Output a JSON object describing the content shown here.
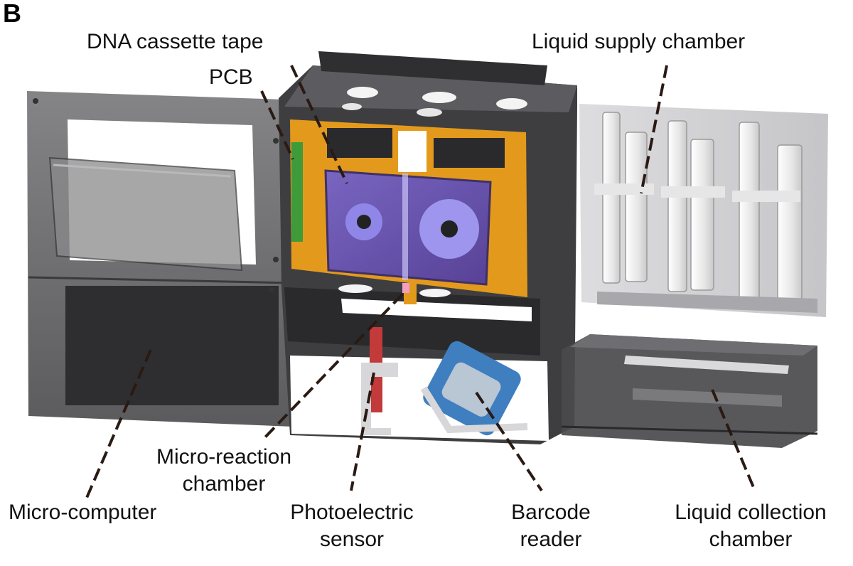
{
  "panel_label": "B",
  "labels": {
    "dna_cassette_tape": "DNA cassette tape",
    "pcb": "PCB",
    "liquid_supply_chamber": "Liquid supply chamber",
    "micro_reaction_chamber_line1": "Micro-reaction",
    "micro_reaction_chamber_line2": "chamber",
    "micro_computer": "Micro-computer",
    "photoelectric_sensor_line1": "Photoelectric",
    "photoelectric_sensor_line2": "sensor",
    "barcode_reader_line1": "Barcode",
    "barcode_reader_line2": "reader",
    "liquid_collection_chamber_line1": "Liquid collection",
    "liquid_collection_chamber_line2": "chamber"
  },
  "colors": {
    "housing_dark": "#4a4a4d",
    "housing_mid": "#6b6b6e",
    "pcb_orange": "#e39a1c",
    "cassette_purple": "#5b4fc4",
    "scanner_blue": "#3f7fc0",
    "sensor_red": "#c23a3a",
    "pcb_green": "#3f9a3a",
    "syringe_white": "#f2f2f2",
    "leader_dash": "#2a1a14"
  }
}
